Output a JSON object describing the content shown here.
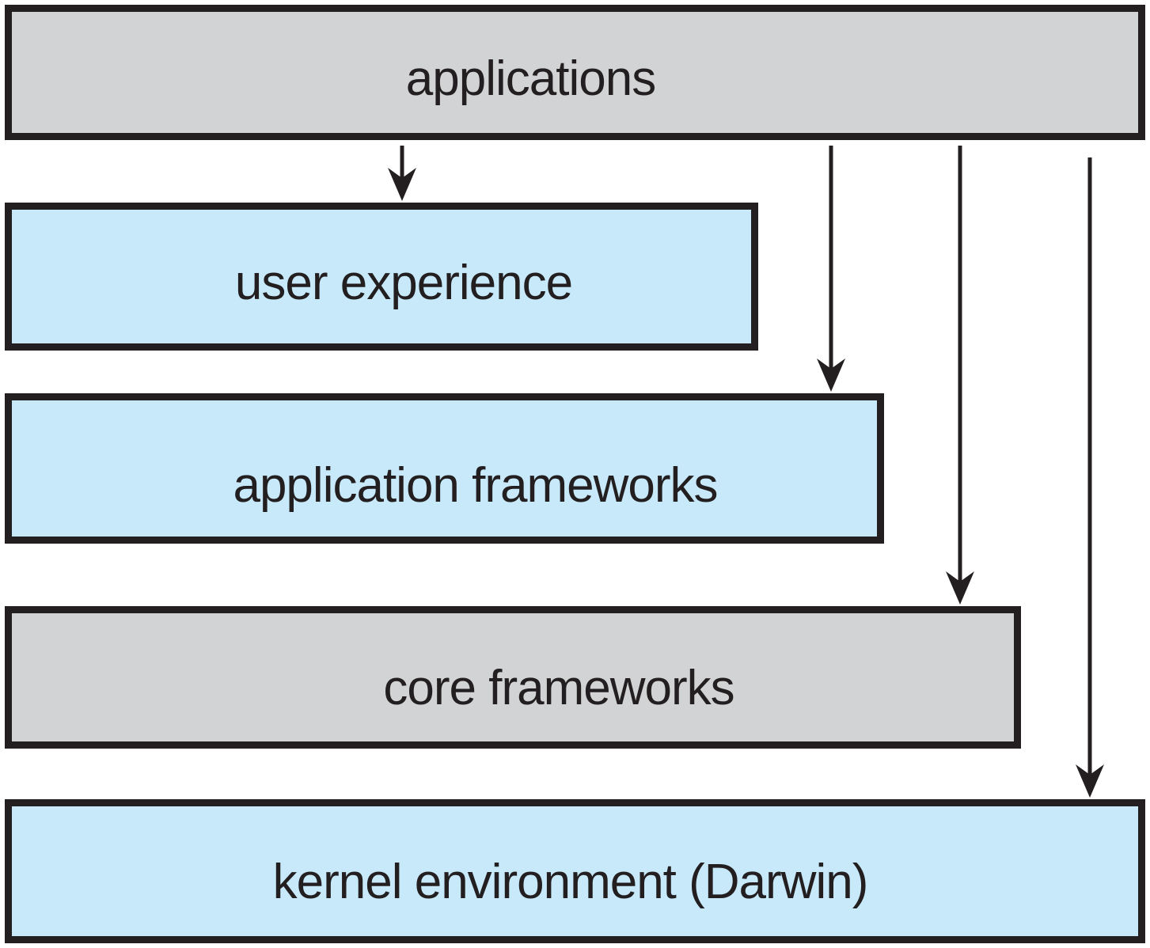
{
  "diagram": {
    "type": "layered-architecture",
    "layers": [
      {
        "label": "applications",
        "fill": "gray"
      },
      {
        "label": "user experience",
        "fill": "blue"
      },
      {
        "label": "application frameworks",
        "fill": "blue"
      },
      {
        "label": "core frameworks",
        "fill": "gray"
      },
      {
        "label": "kernel environment (Darwin)",
        "fill": "blue"
      }
    ],
    "arrows": [
      {
        "from": "applications",
        "to": "user experience"
      },
      {
        "from": "applications",
        "to": "application frameworks"
      },
      {
        "from": "applications",
        "to": "core frameworks"
      },
      {
        "from": "applications",
        "to": "kernel environment (Darwin)"
      }
    ],
    "colors": {
      "gray_fill": "#d2d3d4",
      "blue_fill": "#c7e9f9",
      "line": "#231f20",
      "text": "#231f20",
      "background": "#ffffff"
    }
  }
}
